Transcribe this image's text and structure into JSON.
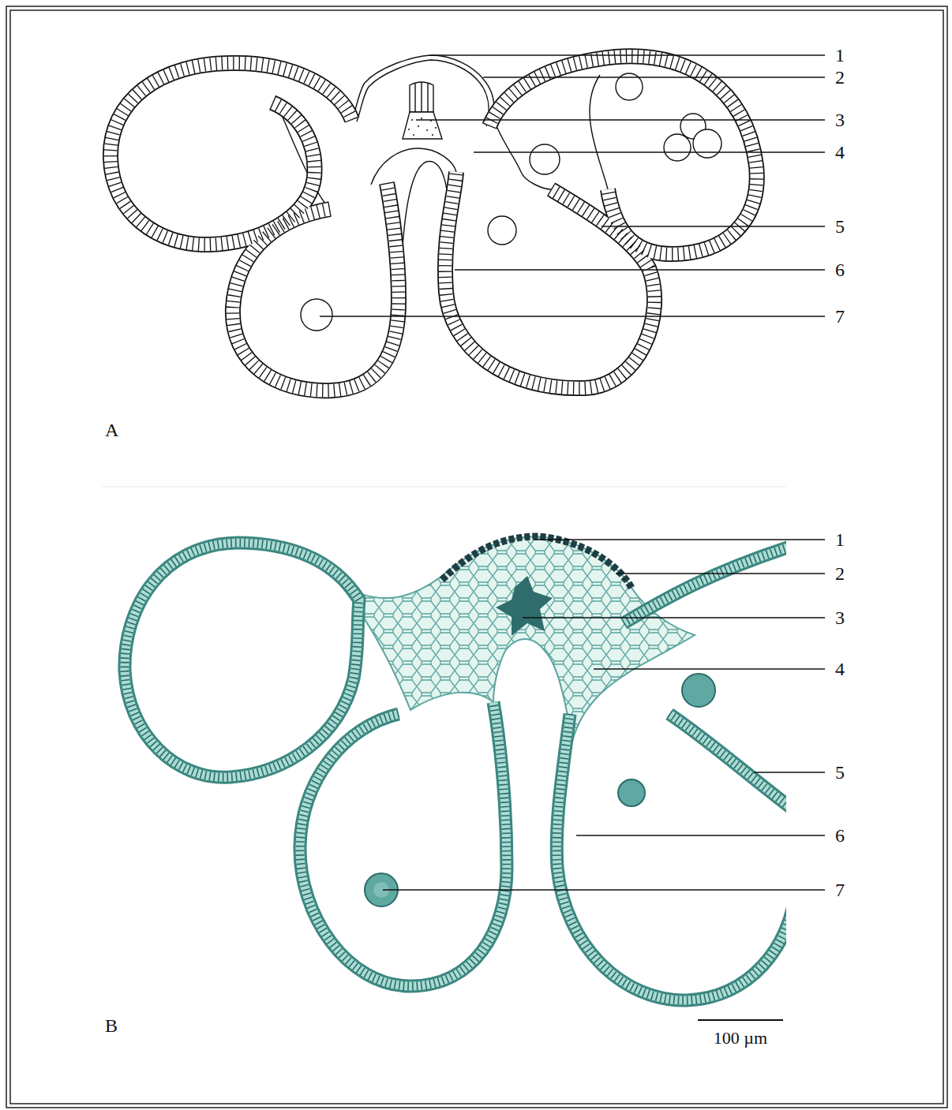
{
  "diagram": {
    "labels": [
      "1",
      "2",
      "3",
      "4",
      "5",
      "6",
      "7",
      "A",
      "1",
      "2",
      "3",
      "4",
      "5",
      "6",
      "7",
      "B",
      "100 µm"
    ]
  }
}
